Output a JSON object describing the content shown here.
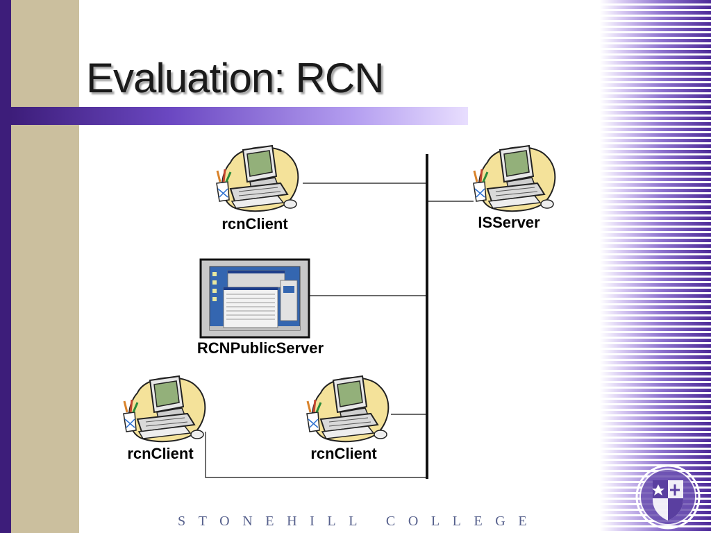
{
  "slide": {
    "title": "Evaluation: RCN",
    "footer": "STONEHILL COLLEGE"
  },
  "diagram": {
    "nodes": [
      {
        "id": "rcnclient-top",
        "label": "rcnClient",
        "icon": "computer-icon"
      },
      {
        "id": "isserver",
        "label": "ISServer",
        "icon": "computer-icon"
      },
      {
        "id": "rcnpublicserver",
        "label": "RCNPublicServer",
        "icon": "monitor-screenshot-icon"
      },
      {
        "id": "rcnclient-bottom-left",
        "label": "rcnClient",
        "icon": "computer-icon"
      },
      {
        "id": "rcnclient-bottom-middle",
        "label": "rcnClient",
        "icon": "computer-icon"
      }
    ]
  },
  "colors": {
    "accent_purple": "#3d1d7a",
    "tan": "#cbbf9e",
    "footer_text": "#56608c"
  }
}
